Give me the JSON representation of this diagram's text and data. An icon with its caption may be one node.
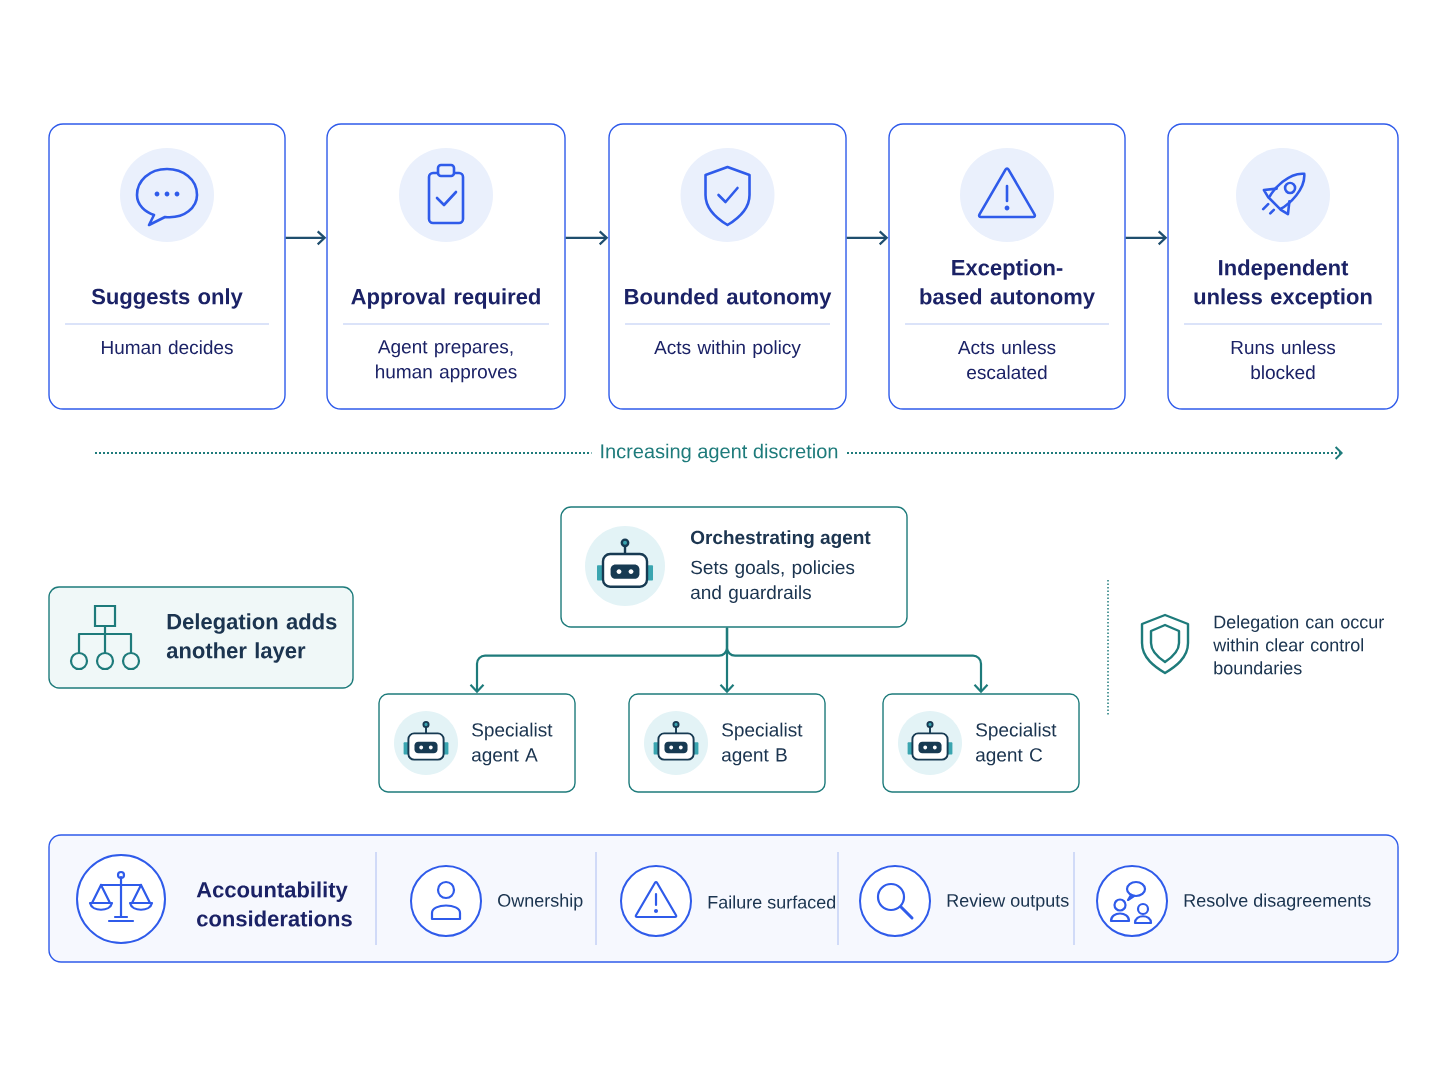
{
  "diagram": {
    "nodes": [
      {
        "text": [
          "Suggests only",
          "Human decides"
        ]
      },
      {
        "text": [
          "Approval required",
          "Agent prepares, human approves"
        ]
      },
      {
        "text": [
          "Bounded autonomy",
          "Acts within policy"
        ]
      },
      {
        "text": [
          "Exception-based autonomy",
          "Acts unless escalated"
        ]
      },
      {
        "text": [
          "Independent unless exception",
          "Runs unless blocked"
        ]
      },
      {
        "text": [
          "Delegation adds another layer"
        ]
      },
      {
        "text": [
          "Orchestrating agent",
          "Sets goals, policies and guardrails"
        ]
      },
      {
        "text": [
          "Specialist agent A"
        ]
      },
      {
        "text": [
          "Specialist agent B"
        ]
      },
      {
        "text": [
          "Specialist agent C"
        ]
      },
      {
        "text": [
          "Accountability considerations"
        ]
      },
      {
        "text": [
          "Ownership"
        ],
        "in": 10
      },
      {
        "text": [
          "Failure surfaced"
        ],
        "in": 10
      },
      {
        "text": [
          "Review outputs"
        ],
        "in": 10
      },
      {
        "text": [
          "Resolve disagreements"
        ],
        "in": 10
      }
    ],
    "edges": [
      {
        "from": 0,
        "to": 1,
        "arrow": "to"
      },
      {
        "from": 1,
        "to": 2,
        "arrow": "to"
      },
      {
        "from": 2,
        "to": 3,
        "arrow": "to"
      },
      {
        "from": 3,
        "to": 4,
        "arrow": "to"
      },
      {
        "from": 6,
        "to": 7,
        "arrow": "to"
      },
      {
        "from": 6,
        "to": 8,
        "arrow": "to"
      },
      {
        "from": 6,
        "to": 9,
        "arrow": "to"
      }
    ],
    "labels": [
      "Increasing agent discretion",
      "Delegation can occur within clear control boundaries"
    ]
  }
}
